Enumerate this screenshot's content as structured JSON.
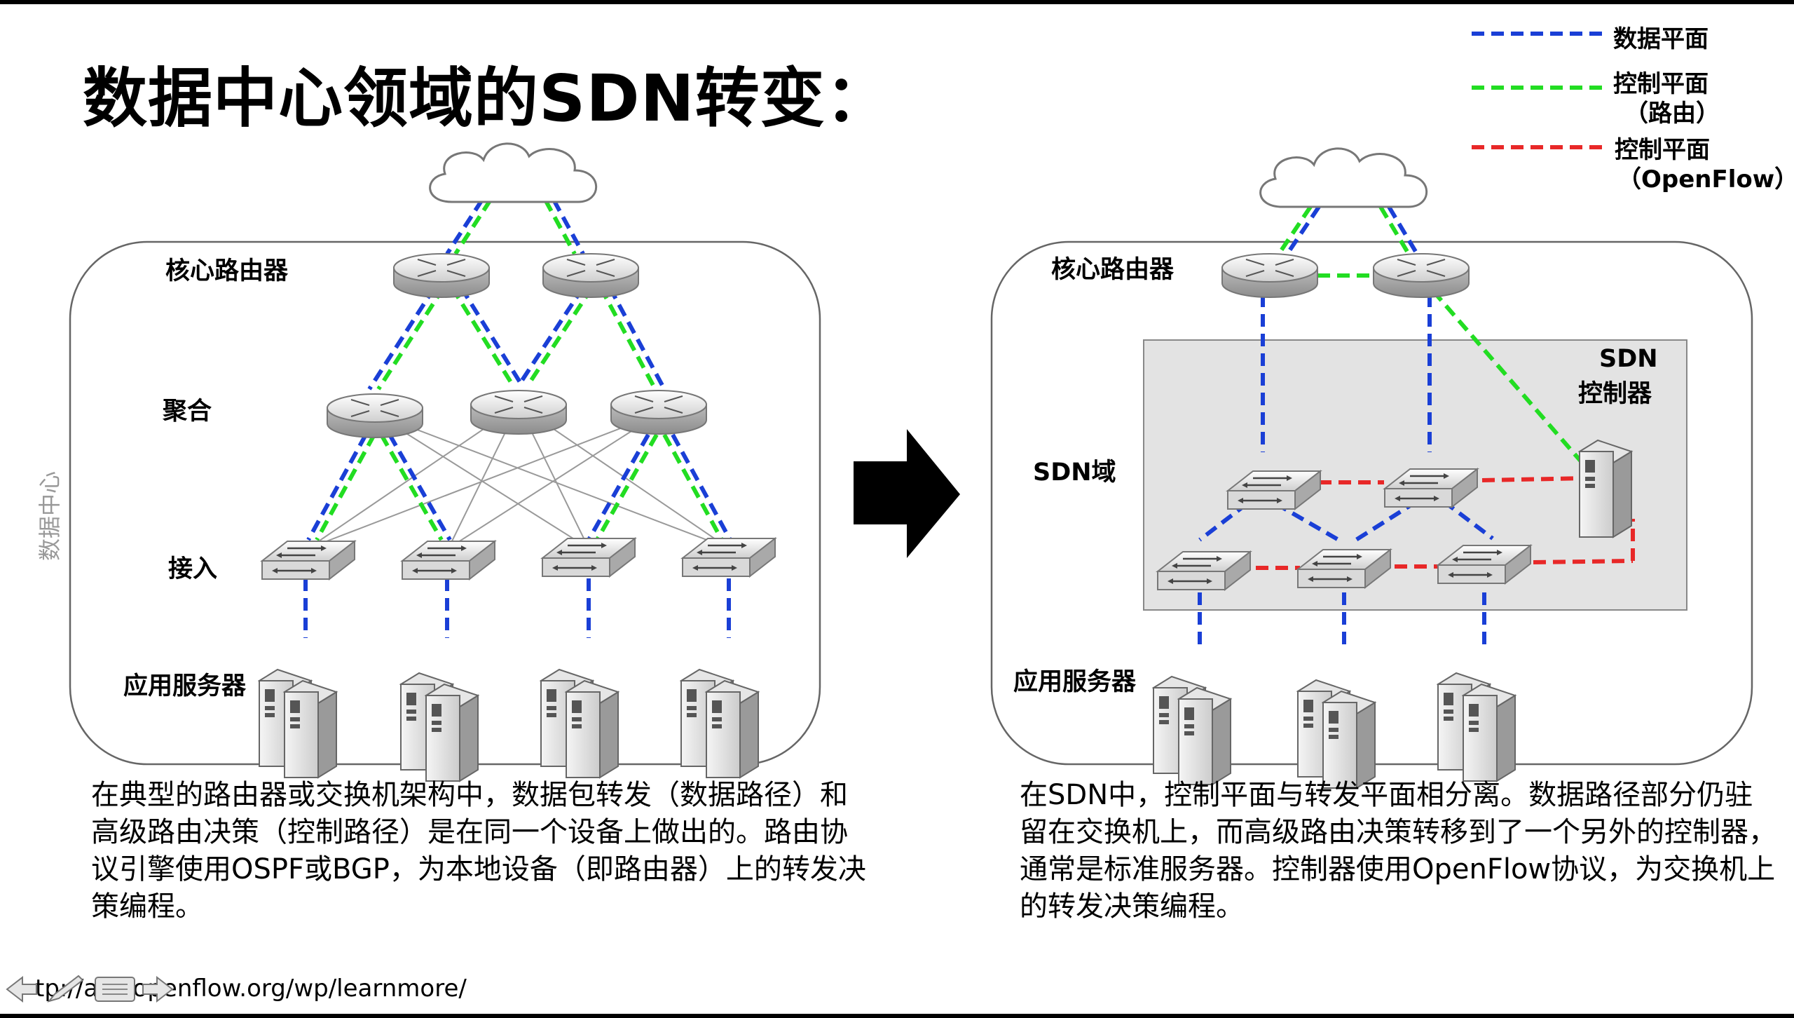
{
  "title": "数据中心领域的SDN转变：",
  "legend": {
    "data_plane": "数据平面",
    "control_routing_1": "控制平面",
    "control_routing_2": "（路由）",
    "control_openflow_1": "控制平面",
    "control_openflow_2": "（OpenFlow）"
  },
  "left": {
    "core": "核心路由器",
    "aggregation": "聚合",
    "access": "接入",
    "servers": "应用服务器",
    "datacenter": "数据中心",
    "description": "在典型的路由器或交换机架构中，数据包转发（数据路径）和高级路由决策（控制路径）是在同一个设备上做出的。路由协议引擎使用OSPF或BGP，为本地设备（即路由器）上的转发决策编程。"
  },
  "right": {
    "core": "核心路由器",
    "sdn_domain": "SDN域",
    "controller_1": "SDN",
    "controller_2": "控制器",
    "servers": "应用服务器",
    "description": "在SDN中，控制平面与转发平面相分离。数据路径部分仍驻留在交换机上，而高级路由决策转移到了一个另外的控制器，通常是标准服务器。控制器使用OpenFlow协议，为交换机上的转发决策编程。"
  },
  "footer": {
    "url": "tp://a   w  openflow.org/wp/learnmore/"
  },
  "colors": {
    "data_plane": "#1a3fd6",
    "control_routing": "#22dd22",
    "control_openflow": "#e82828",
    "sdn_box": "#e3e3e3"
  }
}
